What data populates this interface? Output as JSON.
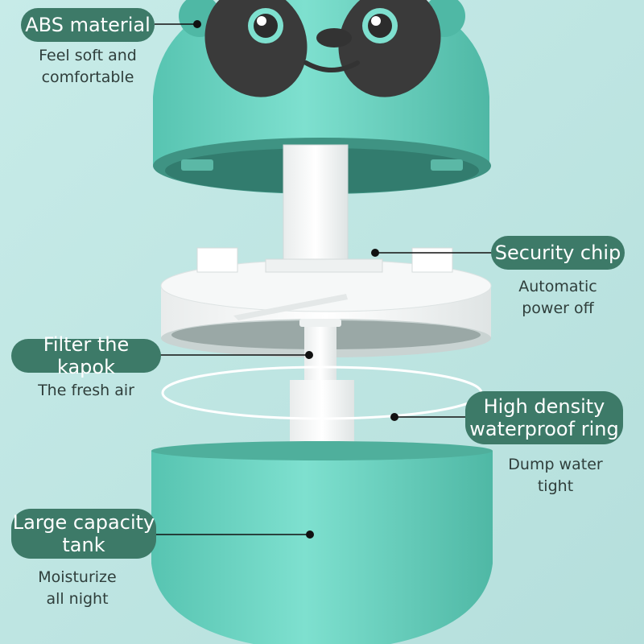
{
  "colors": {
    "background": "#bfe5e3",
    "product_teal": "#6fd3c1",
    "label_pill": "#3d7a68",
    "label_text": "#ffffff",
    "caption_text": "#2f3e3b"
  },
  "callouts": [
    {
      "id": "abs",
      "label": "ABS material",
      "caption": "Feel soft and\ncomfortable"
    },
    {
      "id": "chip",
      "label": "Security chip",
      "caption": "Automatic\npower off"
    },
    {
      "id": "filter",
      "label": "Filter the kapok",
      "caption": "The fresh air"
    },
    {
      "id": "ring",
      "label": "High density\nwaterproof ring",
      "caption": "Dump water\ntight"
    },
    {
      "id": "tank",
      "label": "Large capacity\ntank",
      "caption": "Moisturize\nall night"
    }
  ],
  "product": {
    "name_icon": "panda-face-icon",
    "parts": [
      "panda-lid",
      "mist-tube",
      "chip-plate",
      "filter-wick",
      "waterproof-ring",
      "water-tank"
    ]
  }
}
